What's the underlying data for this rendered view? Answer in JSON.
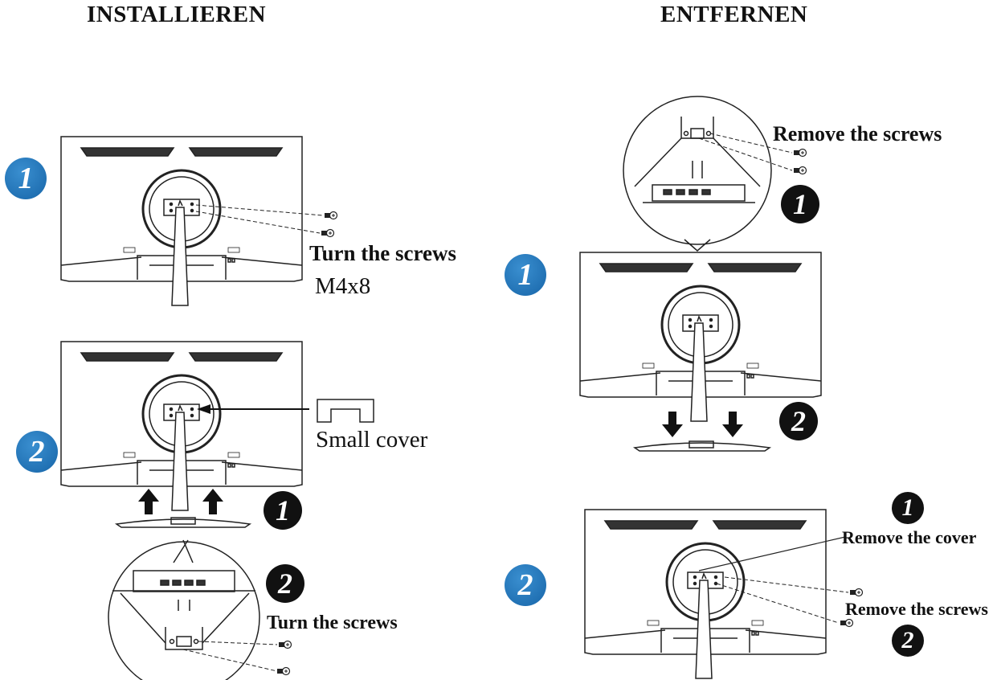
{
  "headings": {
    "install": "INSTALLIEREN",
    "remove": "ENTFERNEN"
  },
  "install": {
    "step1": {
      "badge": "1",
      "label": "Turn the screws",
      "size": "M4x8"
    },
    "step2": {
      "badge": "2",
      "cover_label": "Small cover",
      "sub1": "1",
      "sub2": "2",
      "screws_label": "Turn the screws"
    }
  },
  "remove": {
    "step1": {
      "badge": "1",
      "screws_label": "Remove the screws",
      "sub1": "1",
      "sub2": "2"
    },
    "step2": {
      "badge": "2",
      "sub1": "1",
      "cover_label": "Remove the cover",
      "screws_label": "Remove the screws",
      "sub2": "2"
    }
  },
  "colors": {
    "badge_blue": "#1765a8",
    "badge_black": "#111111",
    "line": "#222222"
  }
}
